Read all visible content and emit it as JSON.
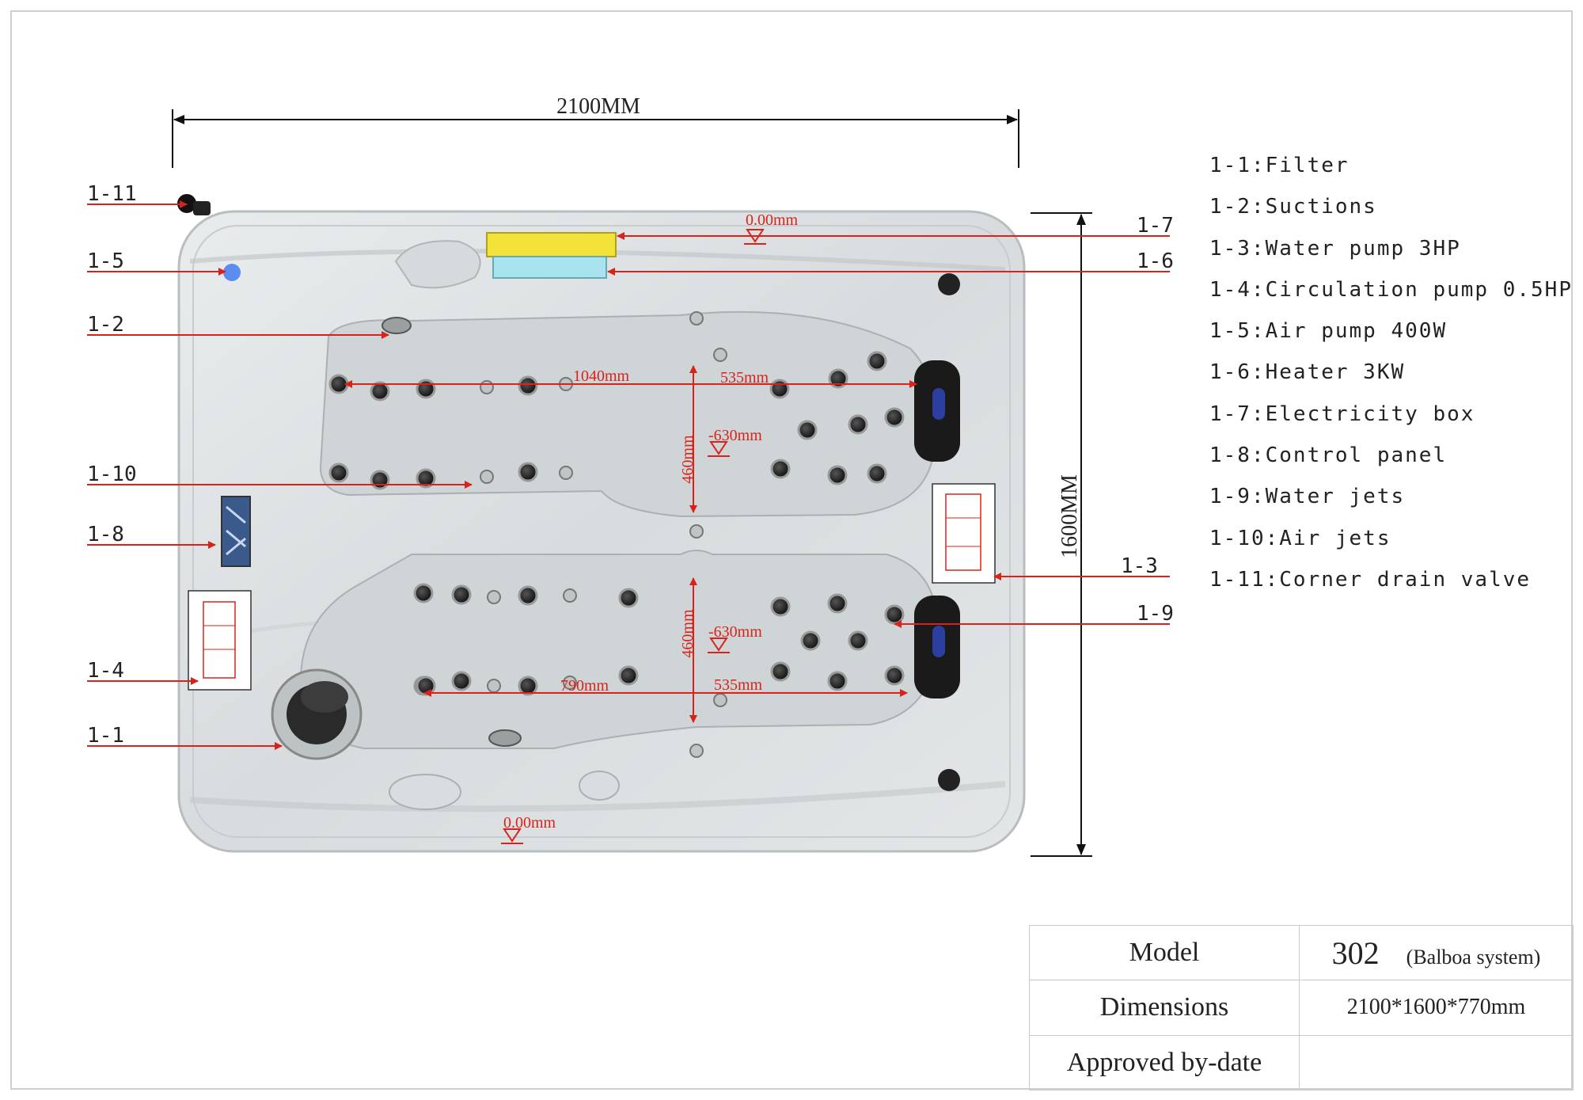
{
  "dimensions": {
    "width": "2100MM",
    "height": "1600MM"
  },
  "measurements": {
    "lengths_top": [
      "1040mm",
      "535mm"
    ],
    "lengths_bottom": [
      "790mm",
      "535mm"
    ],
    "depth_top": "460mm",
    "depth_bottom": "460mm",
    "level_top_right": "0.00mm",
    "level_bottom": "0.00mm",
    "level_seat_top": "-630mm",
    "level_seat_bottom": "-630mm"
  },
  "callouts": [
    "1-11",
    "1-5",
    "1-2",
    "1-10",
    "1-8",
    "1-4",
    "1-1",
    "1-7",
    "1-6",
    "1-3",
    "1-9"
  ],
  "legend": [
    "1-1:Filter",
    "1-2:Suctions",
    "1-3:Water pump 3HP",
    "1-4:Circulation pump 0.5HP",
    "1-5:Air pump 400W",
    "1-6:Heater 3KW",
    "1-7:Electricity box",
    "1-8:Control panel",
    "1-9:Water jets",
    "1-10:Air jets",
    "1-11:Corner drain valve"
  ],
  "spec_table": {
    "model_label": "Model",
    "model_value": "302",
    "model_system": "(Balboa system)",
    "dimensions_label": "Dimensions",
    "dimensions_value": "2100*1600*770mm",
    "approved_label": "Approved by-date",
    "approved_value": ""
  },
  "colors": {
    "annotation": "#d9231a",
    "tub_shell": "#dfe3e4",
    "electricity_box": "#f2e23a",
    "heater": "#a9e4ee",
    "air_pump": "#5b8cf0"
  }
}
